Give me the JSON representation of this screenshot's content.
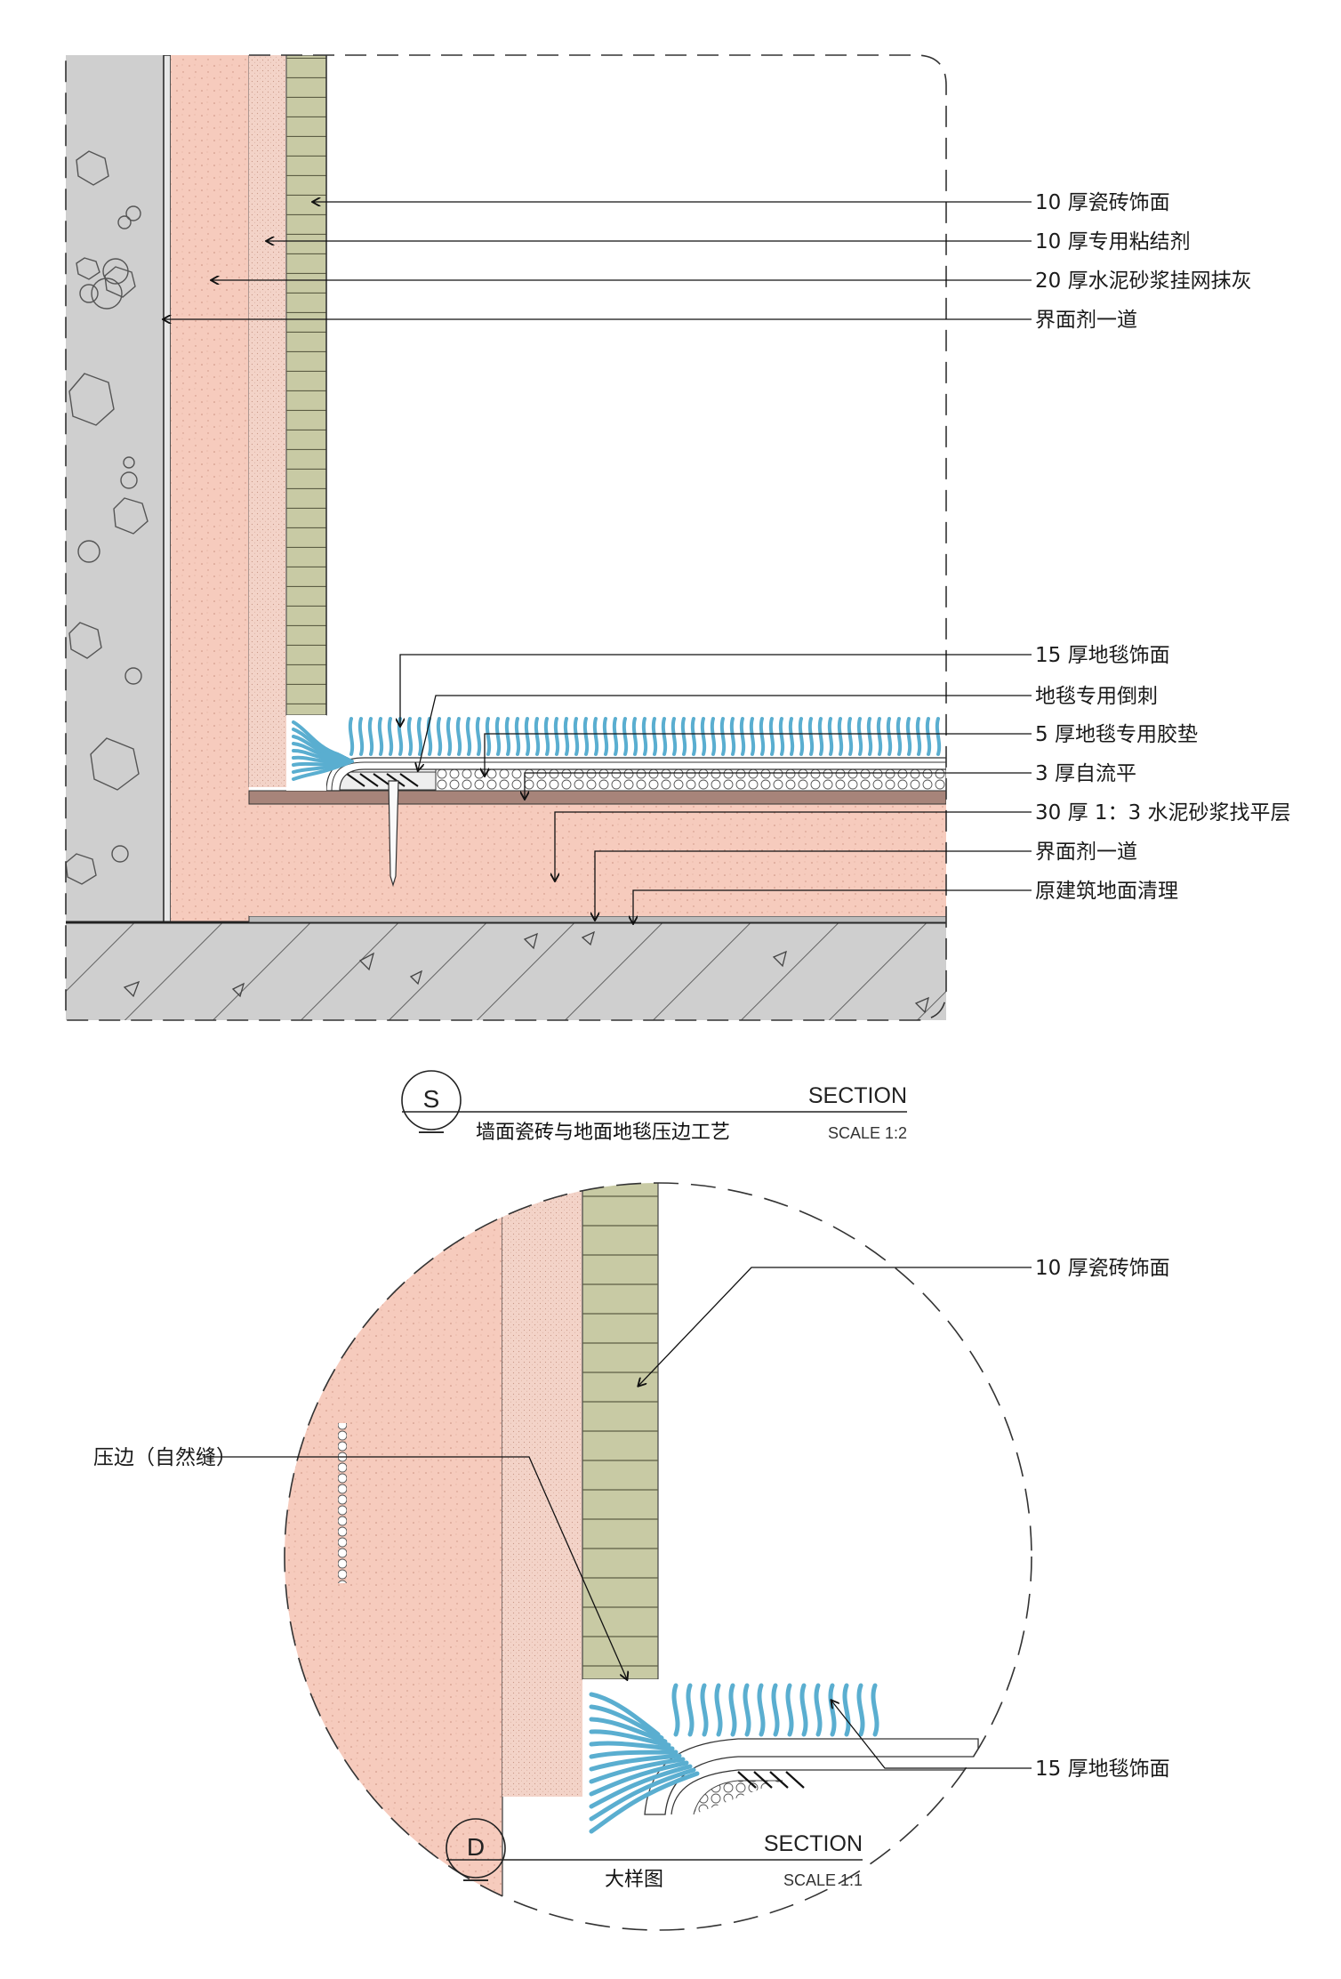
{
  "top_detail": {
    "wall_labels": [
      "10 厚瓷砖饰面",
      "10 厚专用粘结剂",
      "20 厚水泥砂浆挂网抹灰",
      "界面剂一道"
    ],
    "floor_labels": [
      "15 厚地毯饰面",
      "地毯专用倒刺",
      "5 厚地毯专用胶垫",
      "3 厚自流平",
      "30 厚 1：3 水泥砂浆找平层",
      "界面剂一道",
      "原建筑地面清理"
    ],
    "title_block": {
      "symbol_letter": "S",
      "symbol_sub": "—",
      "section_word": "SECTION",
      "name": "墙面瓷砖与地面地毯压边工艺",
      "scale": "SCALE 1:2"
    }
  },
  "bottom_detail": {
    "labels": {
      "tile": "10 厚瓷砖饰面",
      "edge": "压边（自然缝）",
      "carpet": "15 厚地毯饰面"
    },
    "title_block": {
      "symbol_letter": "D",
      "symbol_sub": "—",
      "section_word": "SECTION",
      "name": "大样图",
      "scale": "SCALE 1:1"
    }
  },
  "colors": {
    "concrete": "#cfcfcf",
    "plaster": "#f6cbbd",
    "adhesive": "#f3d3c8",
    "tile": "#c8caa4",
    "carpet": "#5aaed0",
    "leveling": "#a7847a"
  }
}
